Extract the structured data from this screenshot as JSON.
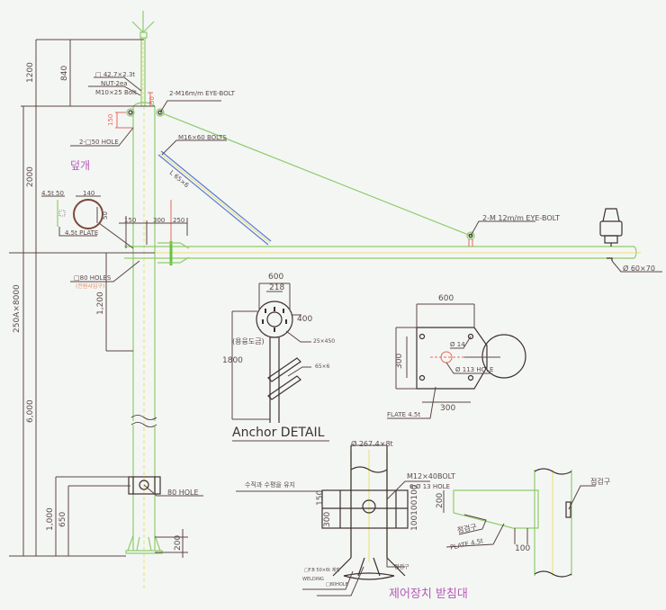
{
  "drawing": {
    "main_view": {
      "dims": {
        "top_1200": "1200",
        "top_840": "840",
        "d_2000": "2000",
        "overall": "250A×8000",
        "d_1200": "1,200",
        "d_6000": "6,000",
        "d_1000": "1,000",
        "d_650": "650",
        "d_200": "200",
        "d_150_red": "150",
        "d_50_red": "50",
        "arm_150": "150",
        "arm_300": "300",
        "arm_250": "250",
        "cap_45t": "4.5t",
        "cap_50": "50",
        "cap_140": "140",
        "cap_50b": "50"
      },
      "labels": {
        "pipe_spec": "□ 42.7×2.3t",
        "nut": "NUT-2ea",
        "bolt": "M10×25 Bolt",
        "eye_bolt_top": "2-M16m/m EYE-BOLT",
        "hole_50": "2-□50 HOLE",
        "m16_bolts": "M16×60 BOLTS",
        "angle": "L 65×6",
        "cover_ko": "덮개",
        "plate_45t": "4.5t PLATE",
        "holes_80": "□80 HOLES",
        "holes_80_note": "(전원사입구)",
        "eye_bolt_arm": "2-M 12m/m EYE-BOLT",
        "tip_hole": "Ø 60×70",
        "hole_80": "80 HOLE"
      }
    },
    "anchor_detail": {
      "title": "Anchor DETAIL",
      "dim_600": "600",
      "dim_218": "218",
      "dim_400": "400",
      "dim_1800": "1800",
      "galvanize_ko": "(용융도금)",
      "rod": "25×450",
      "angle": "65×6"
    },
    "plate_detail": {
      "dim_600": "600",
      "dim_300_v": "300",
      "dim_300_h": "300",
      "hole_14": "Ø 14",
      "hole_113": "Ø 113 HOLE",
      "plate": "FLATE 4.5t"
    },
    "control_mount": {
      "title_ko": "제어장치 받침대",
      "pipe": "Ø 267.4×8t",
      "level_note_ko": "수직과 수평을 유지",
      "bolt": "M12×40BOLT",
      "holes": "6-Ø 13 HOLE",
      "dim_150": "150",
      "dim_300": "300",
      "dim_stack": "100100100",
      "dim_200": "200",
      "dim_100": "100",
      "inspect_ko_1": "점검구",
      "inspect_ko_2": "점검구",
      "inspect_ko_3": "점검구",
      "plate": "PLATE 4.5t",
      "weld_note": "□F.B 50×6t 제작",
      "welding": "WELDING",
      "hole_note": "□80HOLE"
    }
  }
}
